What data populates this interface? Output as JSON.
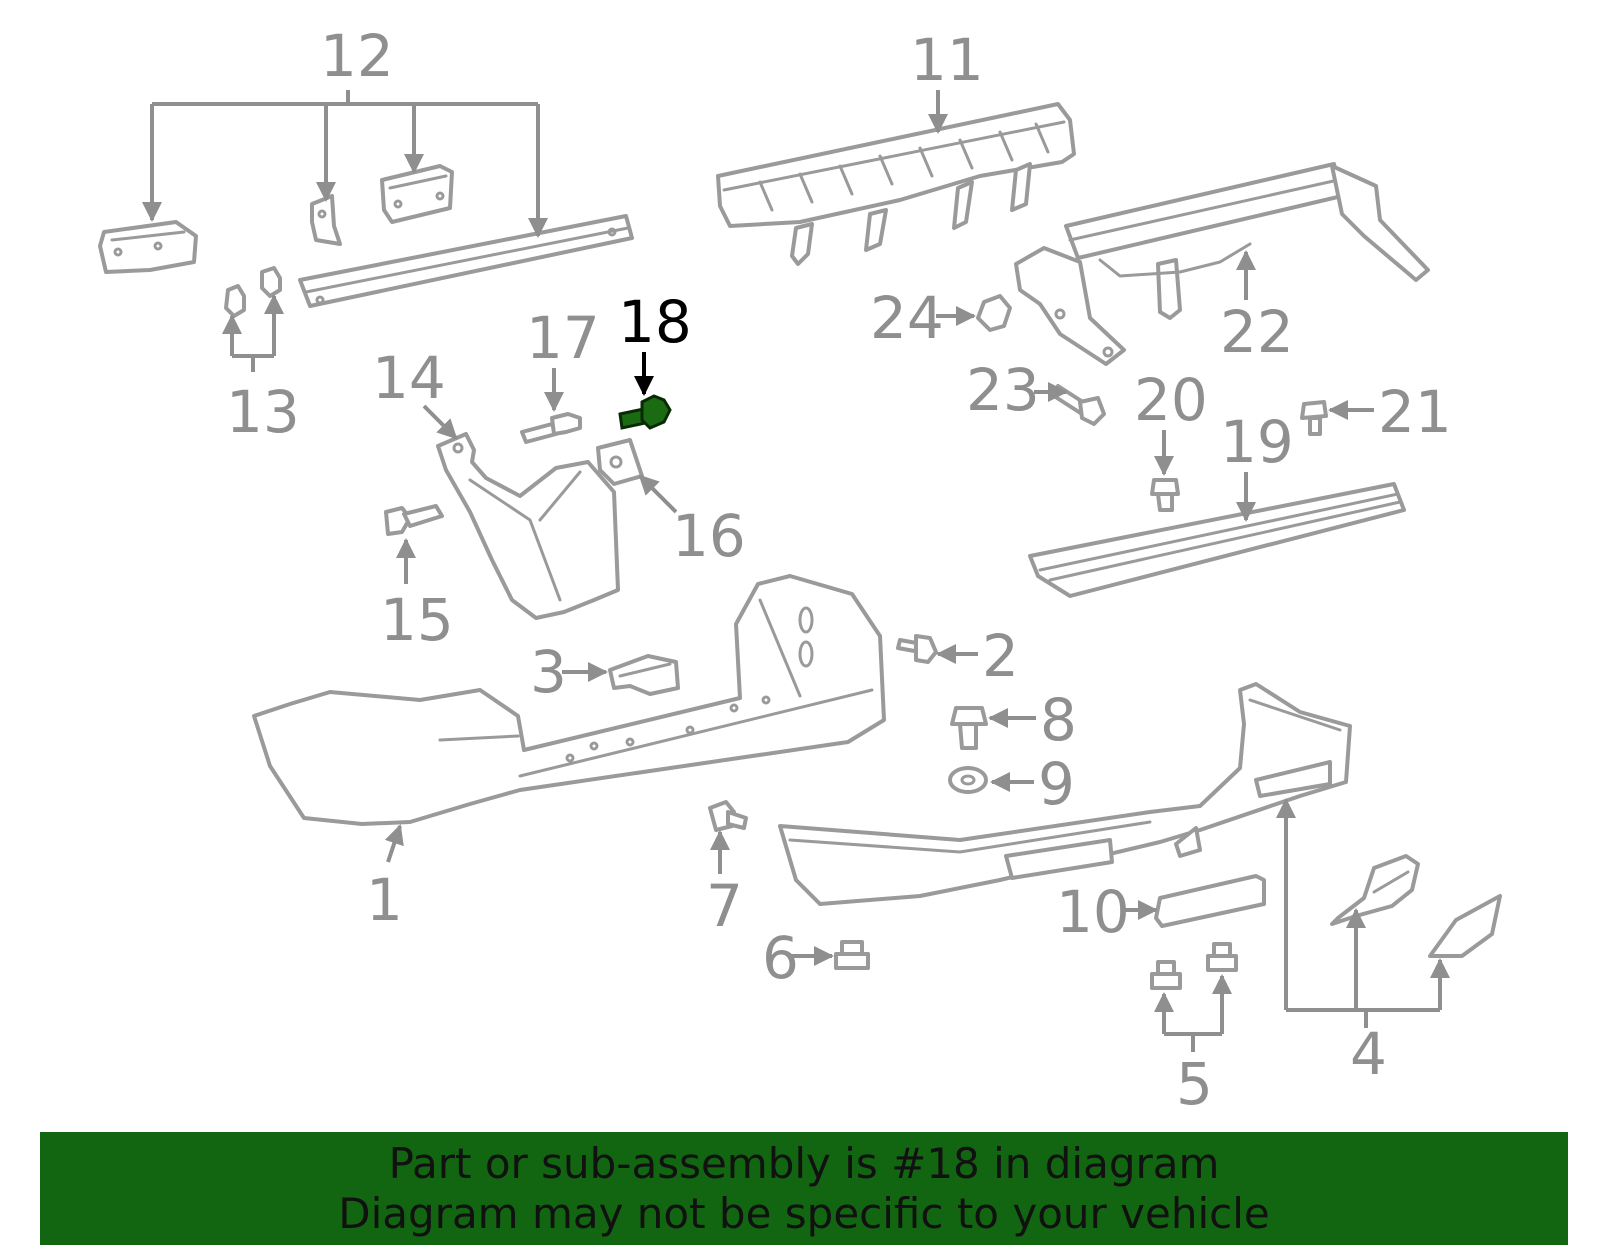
{
  "callouts": {
    "c1": "1",
    "c2": "2",
    "c3": "3",
    "c4": "4",
    "c5": "5",
    "c6": "6",
    "c7": "7",
    "c8": "8",
    "c9": "9",
    "c10": "10",
    "c11": "11",
    "c12": "12",
    "c13": "13",
    "c14": "14",
    "c15": "15",
    "c16": "16",
    "c17": "17",
    "c18": "18",
    "c19": "19",
    "c20": "20",
    "c21": "21",
    "c22": "22",
    "c23": "23",
    "c24": "24"
  },
  "highlighted_part": "18",
  "colors": {
    "part_line": "#9a9a9a",
    "highlight": "#1a6b12",
    "banner": "#136611"
  },
  "banner": {
    "line1": "Part or sub-assembly is #18 in diagram",
    "line2": "Diagram may not be specific to your vehicle"
  }
}
